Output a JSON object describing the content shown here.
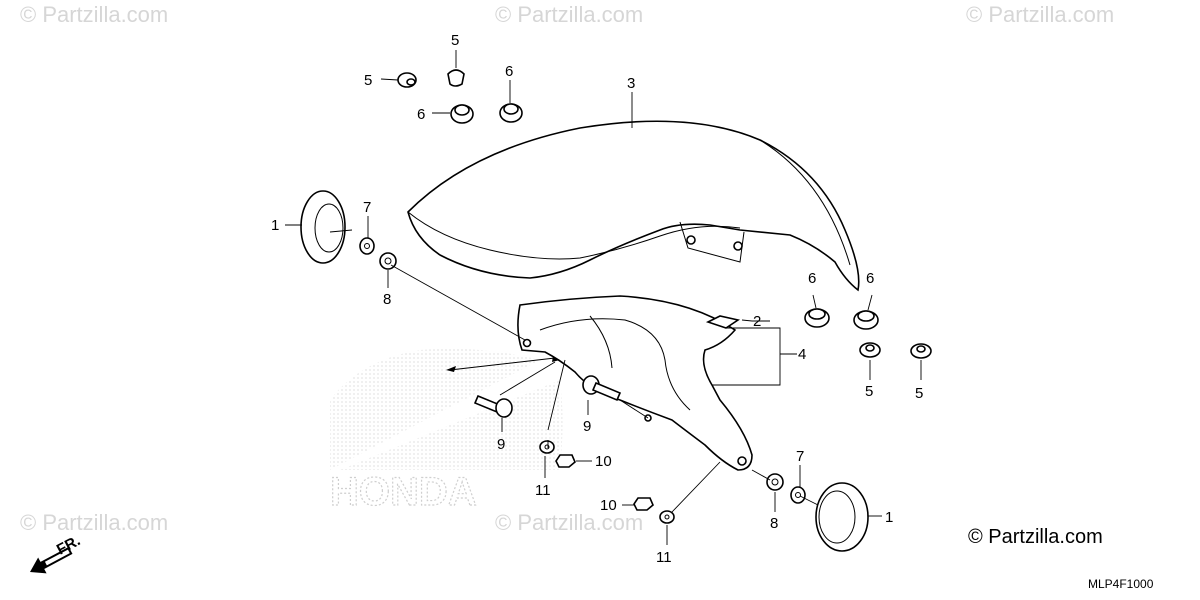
{
  "watermark": "© Partzilla.com",
  "copyright": "© Partzilla.com",
  "diagram_code": "MLP4F1000",
  "direction_label": "FR.",
  "logo_text": "HONDA",
  "callouts": {
    "c1a": "1",
    "c1b": "1",
    "c2": "2",
    "c3": "3",
    "c4": "4",
    "c5a": "5",
    "c5b": "5",
    "c5c": "5",
    "c5d": "5",
    "c6a": "6",
    "c6b": "6",
    "c6c": "6",
    "c6d": "6",
    "c7a": "7",
    "c7b": "7",
    "c8a": "8",
    "c8b": "8",
    "c9a": "9",
    "c9b": "9",
    "c10a": "10",
    "c10b": "10",
    "c11a": "11",
    "c11b": "11"
  }
}
